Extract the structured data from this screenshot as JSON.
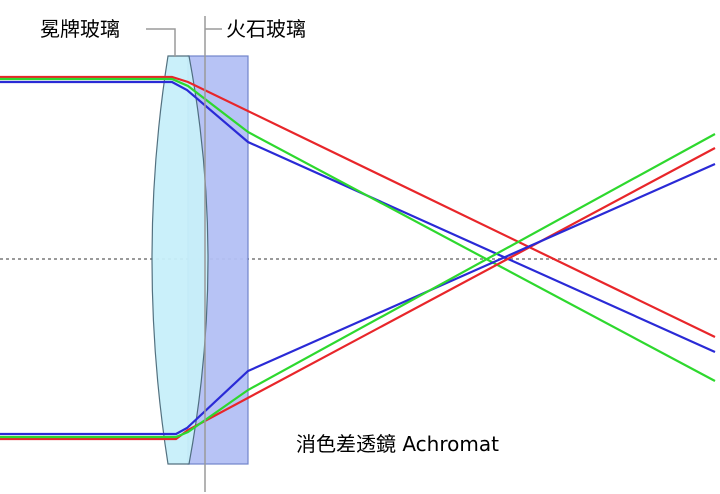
{
  "labels": {
    "crown_glass": "冕牌玻璃",
    "flint_glass": "火石玻璃",
    "caption": "消色差透鏡 Achromat"
  },
  "colors": {
    "red_ray": "#e8262a",
    "green_ray": "#2ed82e",
    "blue_ray": "#2a2ad6",
    "crown_glass_fill": "#c8f0fa",
    "flint_glass_fill": "#b4c0f5",
    "axis_line": "#9a9a9a"
  }
}
